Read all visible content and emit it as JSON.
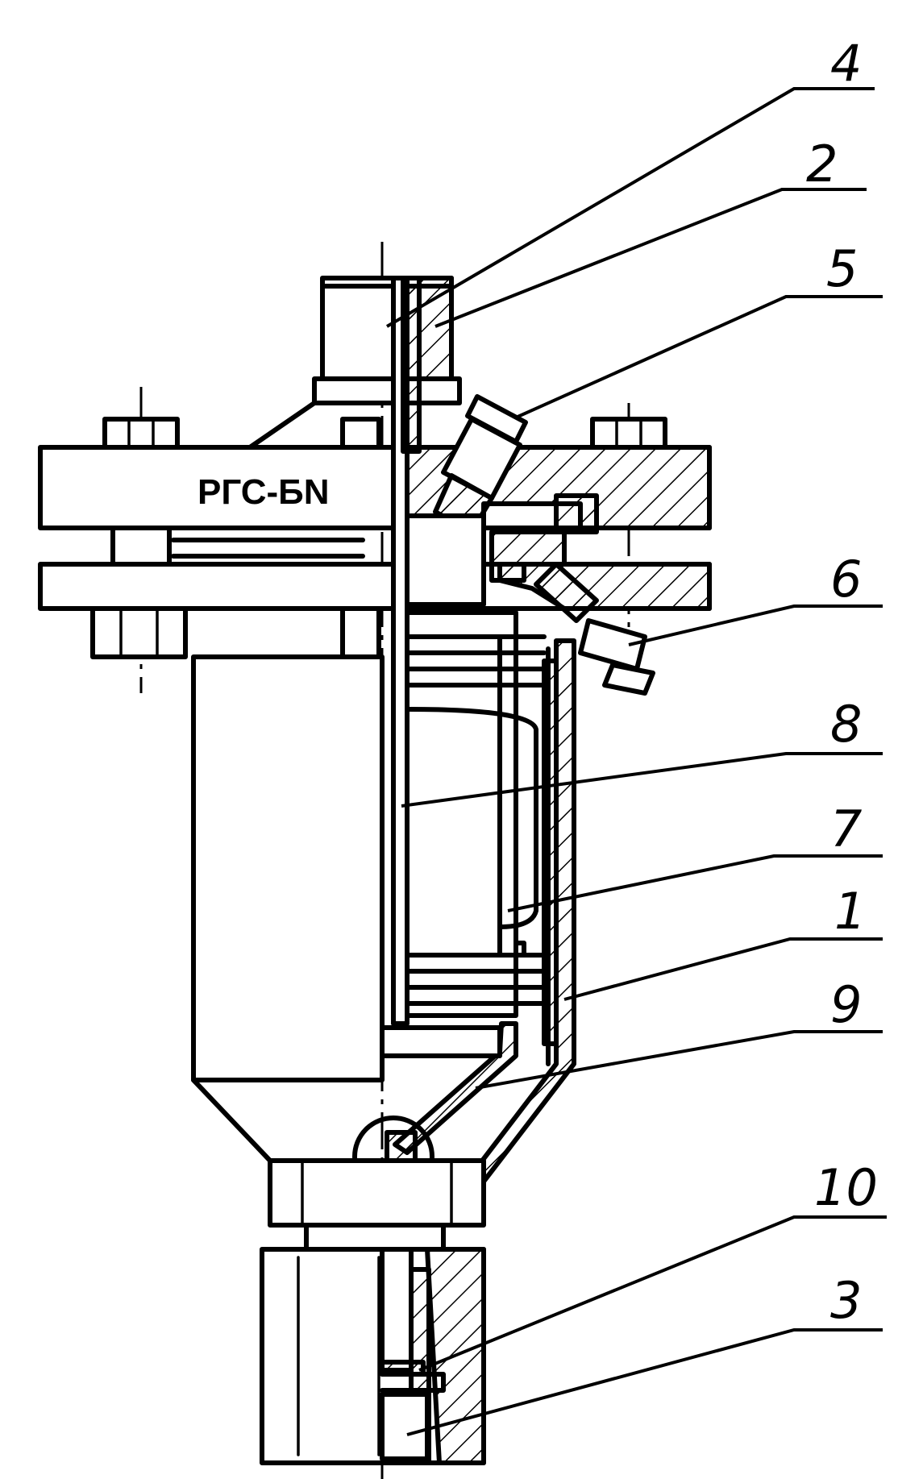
{
  "drawing": {
    "nameplate_text": "РГС-БN",
    "callouts": [
      {
        "label": "4"
      },
      {
        "label": "2"
      },
      {
        "label": "5"
      },
      {
        "label": "6"
      },
      {
        "label": "8"
      },
      {
        "label": "7"
      },
      {
        "label": "1"
      },
      {
        "label": "9"
      },
      {
        "label": "10"
      },
      {
        "label": "3"
      }
    ]
  }
}
